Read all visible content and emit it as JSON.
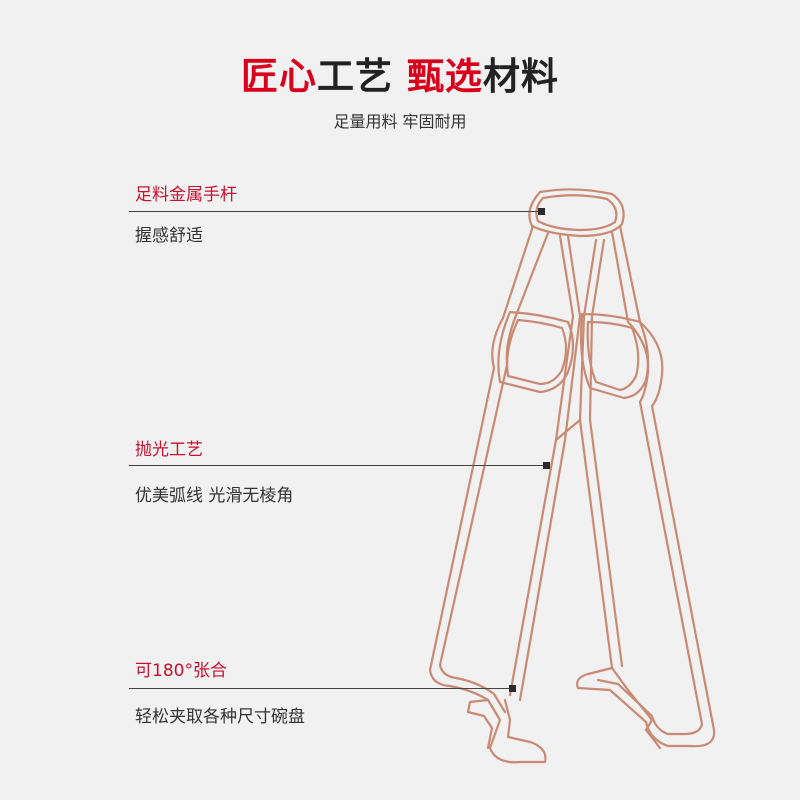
{
  "header": {
    "title_red_1": "匠心",
    "title_dark_1": "工艺 ",
    "title_red_2": "甄选",
    "title_dark_2": "材料",
    "subtitle": "足量用料 牢固耐用"
  },
  "features": [
    {
      "label": "足料金属手杆",
      "desc": "握感舒适"
    },
    {
      "label": "抛光工艺",
      "desc": "优美弧线 光滑无棱角"
    },
    {
      "label": "可180°张合",
      "desc": "轻松夹取各种尺寸碗盘"
    }
  ],
  "colors": {
    "background": "#f1f1f1",
    "accent_red": "#d9001b",
    "tongs_outline": "#c98a73"
  }
}
